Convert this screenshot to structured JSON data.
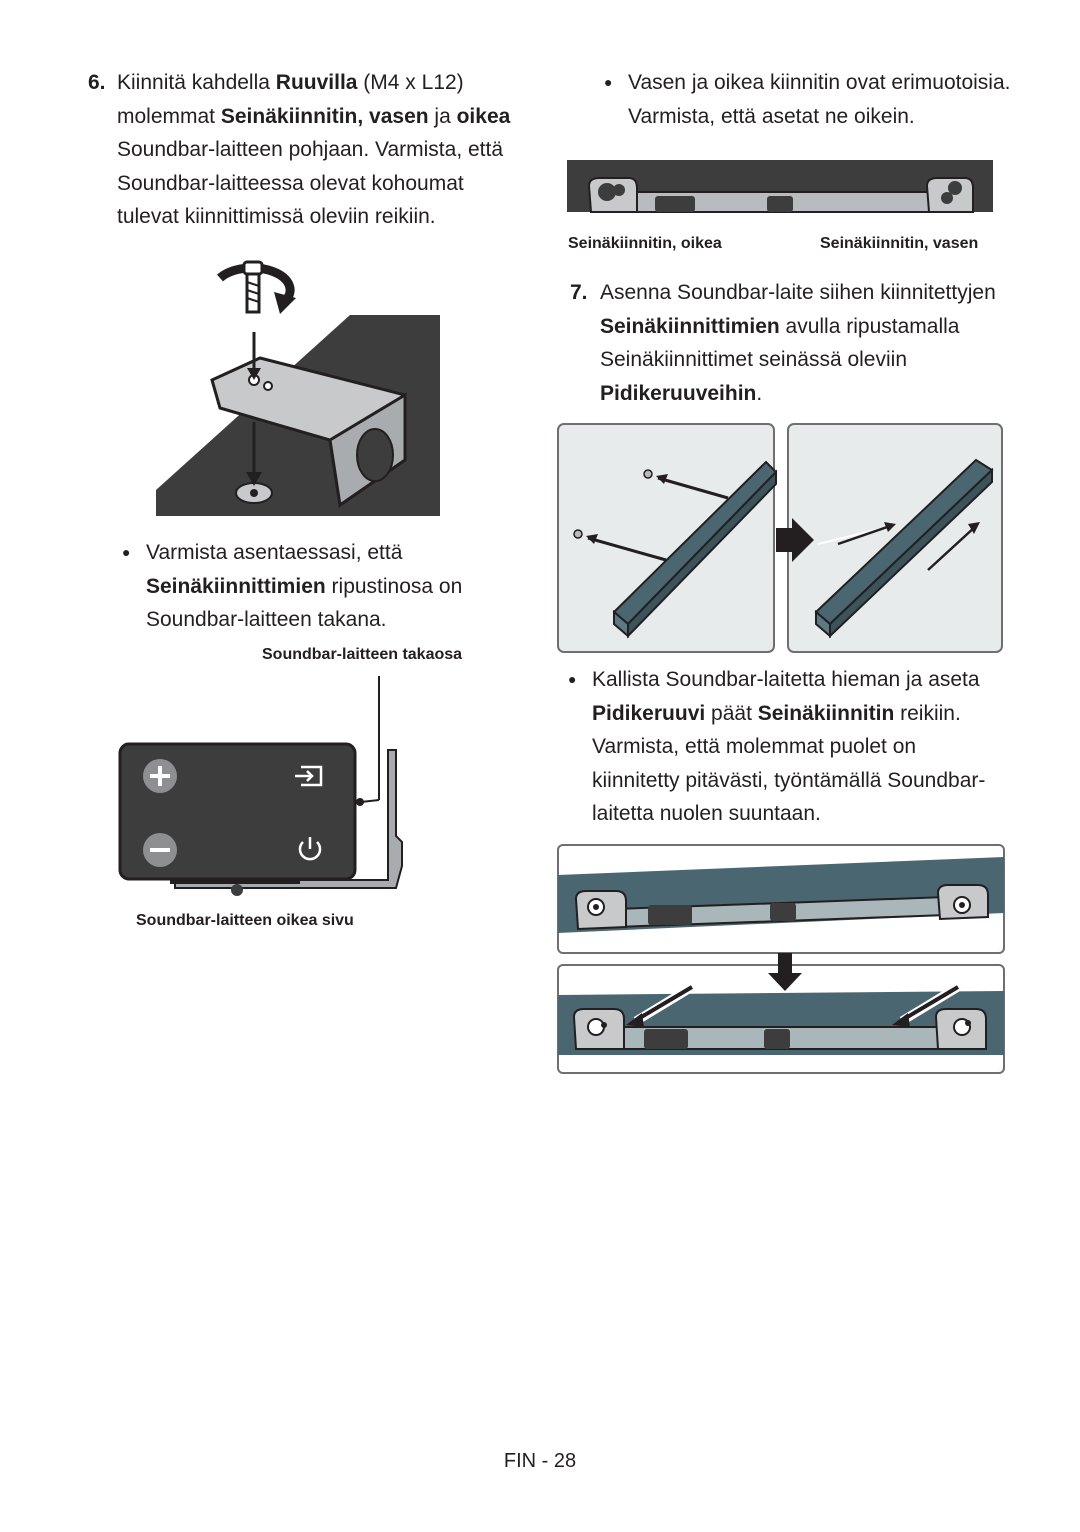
{
  "step6": {
    "number": "6.",
    "line1_a": "Kiinnitä kahdella ",
    "line1_b": "Ruuvilla",
    "line1_c": " (M4 x L12)",
    "line2_a": "molemmat ",
    "line2_b": "Seinäkiinnitin, vasen",
    "line2_c": " ja ",
    "line2_d": "oikea",
    "line3": "Soundbar-laitteen pohjaan. Varmista, että",
    "line4": "Soundbar-laitteessa olevat kohoumat",
    "line5": "tulevat kiinnittimissä oleviin reikiin."
  },
  "bullet_left": {
    "line1": "Varmista asentaessasi, että",
    "line2_a": "Seinäkiinnittimien",
    "line2_b": " ripustinosa on",
    "line3": "Soundbar-laitteen takana."
  },
  "captions": {
    "rear": "Soundbar-laitteen takaosa",
    "right_side": "Soundbar-laitteen oikea sivu",
    "bracket_right": "Seinäkiinnitin, oikea",
    "bracket_left": "Seinäkiinnitin, vasen"
  },
  "bullet_top_right": {
    "line1": "Vasen ja oikea kiinnitin ovat erimuotoisia.",
    "line2": "Varmista, että asetat ne oikein."
  },
  "step7": {
    "number": "7.",
    "line1": "Asenna Soundbar-laite siihen kiinnitettyjen",
    "line2_a": "Seinäkiinnittimien",
    "line2_b": " avulla ripustamalla",
    "line3": "Seinäkiinnittimet seinässä oleviin",
    "line4_a": "Pidikeruuveihin",
    "line4_b": "."
  },
  "bullet_right": {
    "line1": "Kallista Soundbar-laitetta hieman ja aseta",
    "line2_a": "Pidikeruuvi",
    "line2_b": " päät ",
    "line2_c": "Seinäkiinnitin",
    "line2_d": " reikiin.",
    "line3": "Varmista, että molemmat puolet on",
    "line4": "kiinnitetty pitävästi, työntämällä Soundbar-",
    "line5": "laitetta nuolen suuntaan."
  },
  "footer": {
    "page": "FIN - 28"
  },
  "colors": {
    "bar_dark": "#3d3d3d",
    "bar_teal": "#4a6670",
    "panel_bg": "#e8ebec",
    "bracket_gray": "#b9bcbe"
  },
  "icons": [
    "screw-rotate-icon",
    "plus-icon",
    "minus-icon",
    "input-source-icon",
    "power-icon",
    "arrow-right-icon",
    "arrow-down-icon"
  ]
}
